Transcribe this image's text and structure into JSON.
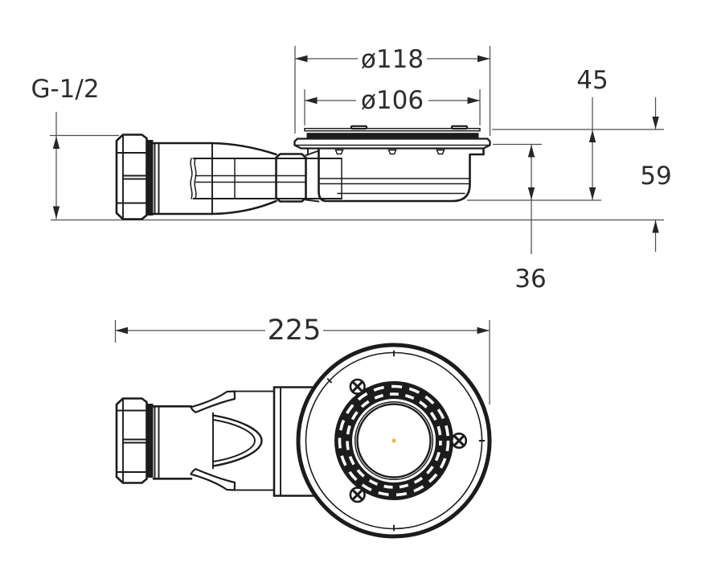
{
  "dimensions": {
    "thread": "G-1/2",
    "flange_diameter": "ø118",
    "strainer_diameter": "ø106",
    "height_flange_to_cup_bottom": "45",
    "height_total": "59",
    "depth_below_tray": "36",
    "overall_length": "225"
  },
  "colors": {
    "line": "#1c1c1c",
    "dimension_line": "#4f4f4f",
    "center_dot": "#ecba4b",
    "background": "#ffffff"
  }
}
